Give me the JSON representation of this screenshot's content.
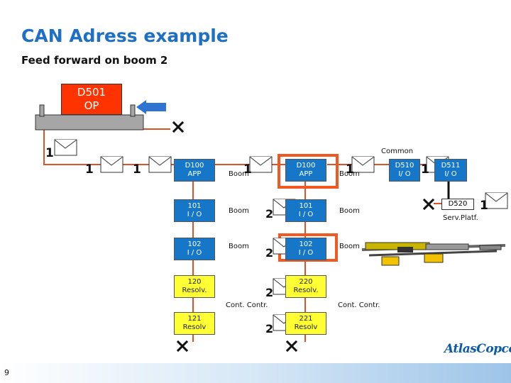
{
  "slide": {
    "title": "CAN Adress example",
    "subtitle": "Feed forward on boom 2",
    "page_number": "9",
    "logo_text": "AtlasCopco"
  },
  "op_unit": {
    "line1": "D501",
    "line2": "OP"
  },
  "column1": {
    "app": {
      "line1": "D100",
      "line2": "APP"
    },
    "io1": {
      "line1": "101",
      "line2": "I / O"
    },
    "io2": {
      "line1": "102",
      "line2": "I / O"
    },
    "resolv1": {
      "line1": "120",
      "line2": "Resolv."
    },
    "resolv2": {
      "line1": "121",
      "line2": "Resolv"
    }
  },
  "column2": {
    "app": {
      "line1": "D100",
      "line2": "APP"
    },
    "io1": {
      "line1": "101",
      "line2": "I / O"
    },
    "io2": {
      "line1": "102",
      "line2": "I / O"
    },
    "resolv1": {
      "line1": "220",
      "line2": "Resolv."
    },
    "resolv2": {
      "line1": "221",
      "line2": "Resolv"
    }
  },
  "common": {
    "label": "Common",
    "d510": {
      "line1": "D510",
      "line2": "I/ O"
    },
    "d511": {
      "line1": "D511",
      "line2": "I/ O"
    },
    "d520": "D520",
    "serv_label": "Serv.Platf."
  },
  "labels": {
    "boom": "Boom",
    "cont_contr": "Cont. Contr."
  },
  "numbers": {
    "one": "1",
    "two": "2"
  },
  "colors": {
    "title": "#1f6fc5",
    "node_blue": "#1677c8",
    "node_yellow": "#ffff33",
    "op_red": "#ff3300",
    "line_red": "#d9532b",
    "highlight": "#f05a22"
  }
}
